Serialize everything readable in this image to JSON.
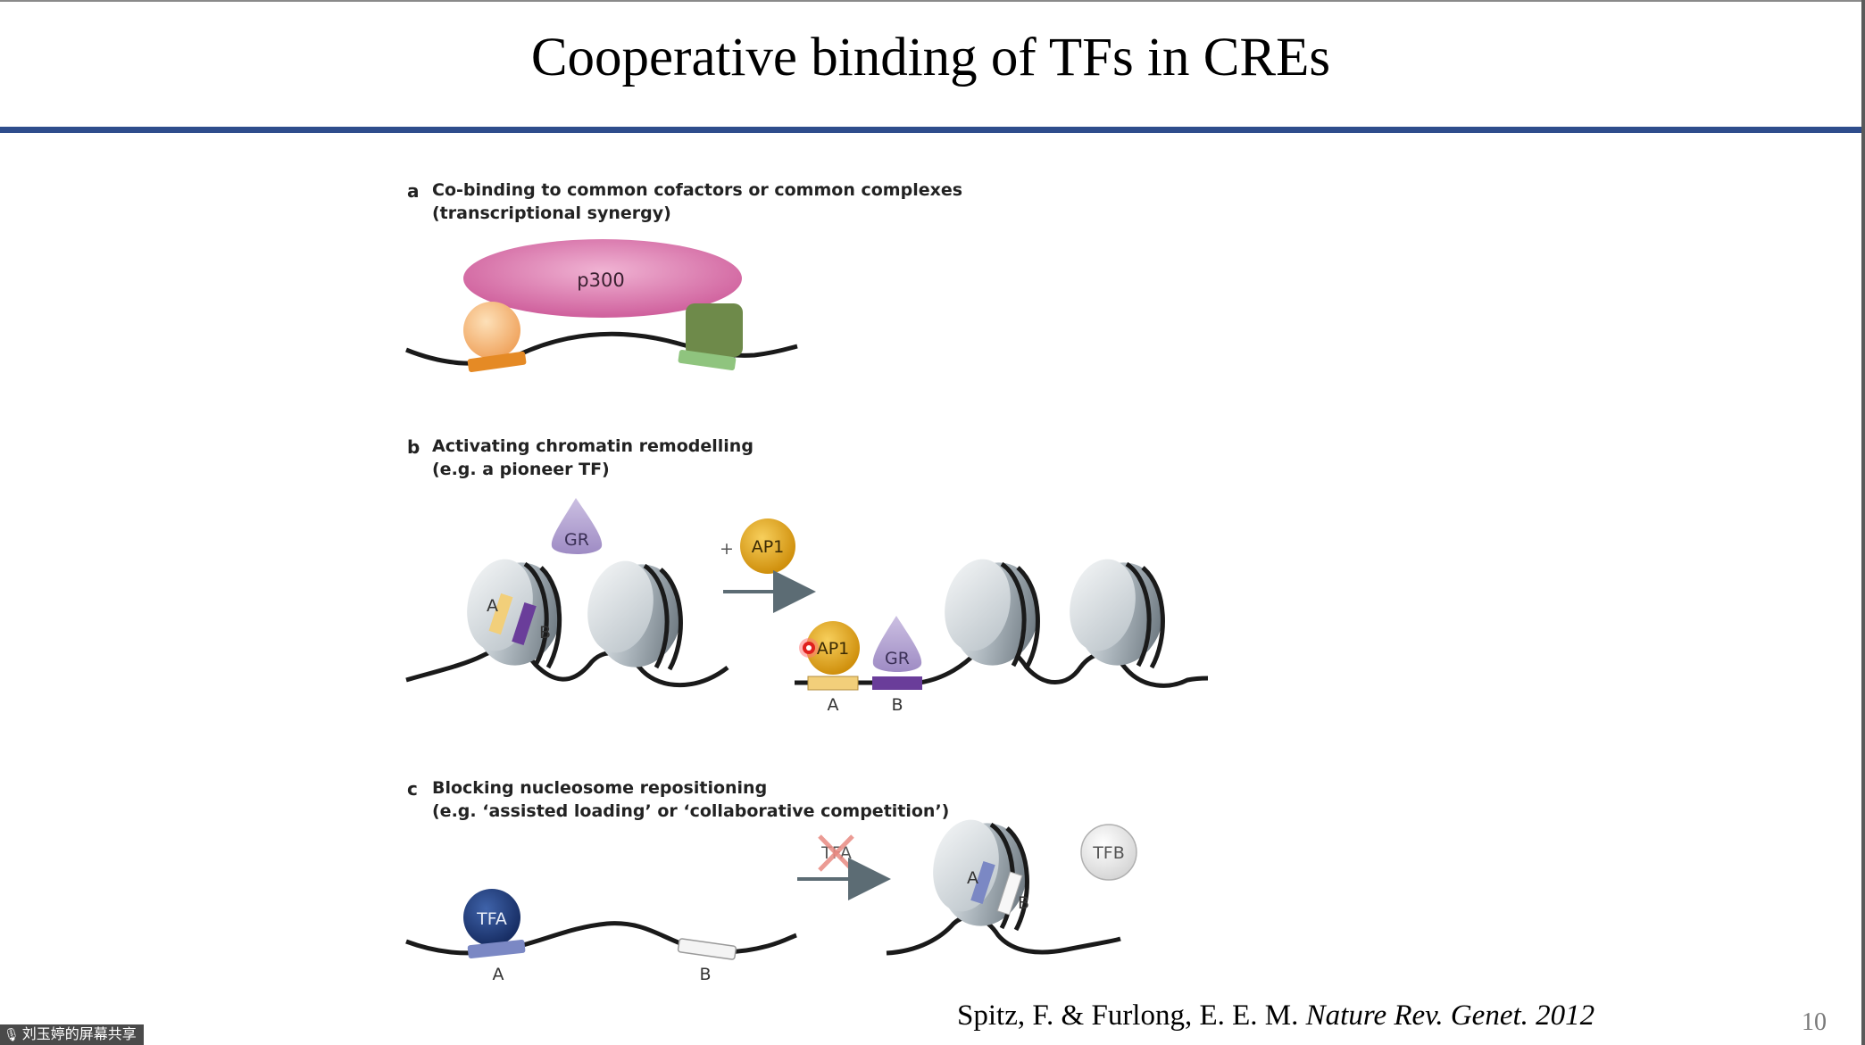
{
  "slide": {
    "title": "Cooperative binding of TFs in CREs",
    "page_number": "10",
    "citation_authors": "Spitz, F. & Furlong, E. E. M.",
    "citation_journal": "Nature Rev. Genet. 2012"
  },
  "panels": {
    "a": {
      "letter": "a",
      "caption_line1": "Co-binding to common cofactors or common complexes",
      "caption_line2": "(transcriptional synergy)",
      "cofactor_label": "p300"
    },
    "b": {
      "letter": "b",
      "caption_line1": "Activating chromatin remodelling",
      "caption_line2": "(e.g. a pioneer TF)",
      "gr_label": "GR",
      "ap1_label": "AP1",
      "plus_sign": "+",
      "site_a": "A",
      "site_b": "B"
    },
    "c": {
      "letter": "c",
      "caption_line1": "Blocking nucleosome repositioning",
      "caption_line2": "(e.g. ‘assisted loading’ or ‘collaborative competition’)",
      "tfa_label": "TFA",
      "tfb_label": "TFB",
      "site_a": "A",
      "site_b": "B"
    }
  },
  "screen_share": {
    "label": "刘玉婷的屏幕共享",
    "icon": "microphone-icon"
  },
  "colors": {
    "title_rule": "#2f4d8c",
    "p300": "#d56fa6",
    "ap1": "#e2a51a",
    "gr": "#b5a4d2",
    "tfa": "#23407f",
    "site_purple": "#6a3d9a",
    "site_yellow": "#f2cf7a",
    "site_blue": "#7b88c4",
    "dna": "#1a1a1a",
    "pointer": "#e0201e"
  }
}
